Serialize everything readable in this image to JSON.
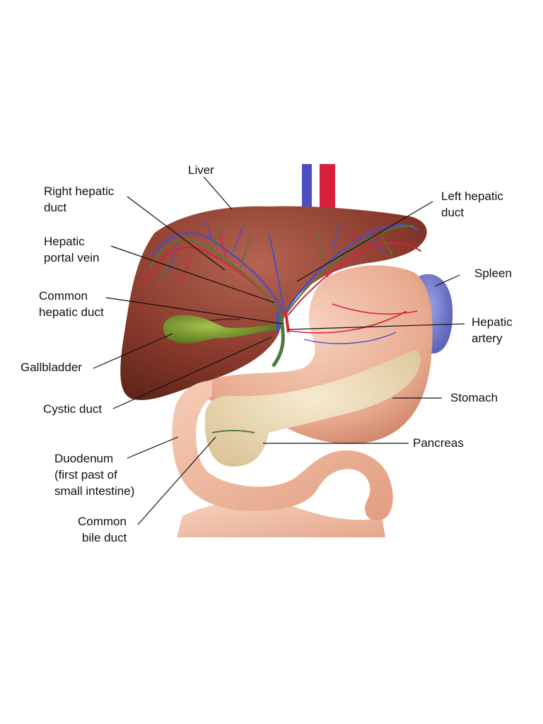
{
  "labels": {
    "liver": "Liver",
    "right_hepatic_duct": [
      "Right hepatic",
      "duct"
    ],
    "left_hepatic_duct": [
      "Left hepatic",
      "duct"
    ],
    "hepatic_portal_vein": [
      "Hepatic",
      "portal vein"
    ],
    "spleen": "Spleen",
    "common_hepatic_duct": [
      "Common",
      "hepatic duct"
    ],
    "hepatic_artery": [
      "Hepatic",
      "artery"
    ],
    "gallbladder": "Gallbladder",
    "stomach": "Stomach",
    "cystic_duct": "Cystic duct",
    "pancreas": "Pancreas",
    "duodenum": [
      "Duodenum",
      "(first past of",
      "small intestine)"
    ],
    "common_bile_duct": [
      "Common",
      "bile duct"
    ]
  },
  "colors": {
    "liver": "#8a3a2c",
    "liver_highlight": "#b46450",
    "stomach": "#e8aa8e",
    "intestine": "#efb79c",
    "pancreas": "#ead8b0",
    "gallbladder": "#6e8c2a",
    "spleen": "#6e76c8",
    "artery": "#d8203a",
    "vein": "#4b4fc2",
    "bile_duct": "#4f7a3a",
    "label_text": "#111111"
  }
}
